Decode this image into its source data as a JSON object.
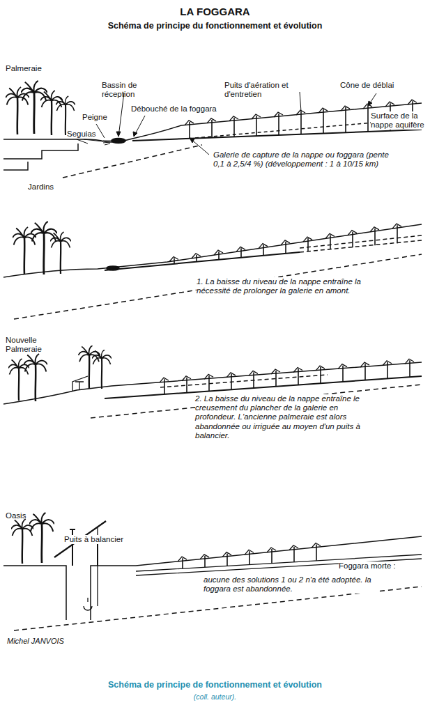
{
  "diagram": {
    "title": "LA FOGGARA",
    "caption": "Schéma de principe de fonctionnement et évolution",
    "labels": [
      "Schéma de principe du fonctionnement et évolution",
      "Palmeraie",
      "Bassin de réception",
      "Puits d'aération et d'entretien",
      "Cône de déblai",
      "Peigne",
      "Débouché de la foggara",
      "Surface de la nappe aquifère",
      "Seguias",
      "Jardins",
      "Galerie de capture de la nappe ou foggara (pente 0,1 à 2,5/4 %) (développement : 1 à 10/15 km)",
      "1. La baisse du niveau de la nappe entraîne la nécessité de prolonger la galerie en amont.",
      "Nouvelle Palmeraie",
      "2. La baisse du niveau de la nappe entraîne le creusement du plancher de la galerie en profondeur. L'ancienne palmeraie est alors abandonnée ou irriguée au moyen d'un puits à balancier.",
      "Oasis",
      "Puits à balancier",
      "Foggara morte :",
      "aucune des solutions 1 ou 2 n'a été adoptée. la foggara est abandonnée.",
      "Michel JANVOIS",
      "(coll. auteur)."
    ]
  }
}
